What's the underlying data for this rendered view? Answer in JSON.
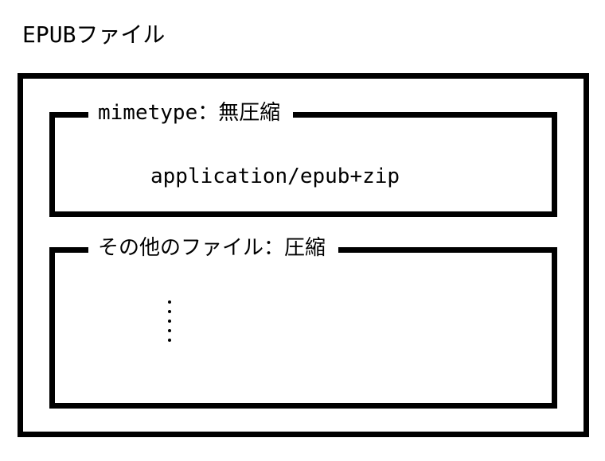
{
  "title": "EPUBファイル",
  "boxes": [
    {
      "label": "mimetype：無圧縮",
      "content": "application/epub+zip"
    },
    {
      "label": "その他のファイル：圧縮",
      "content": "⋮"
    }
  ]
}
